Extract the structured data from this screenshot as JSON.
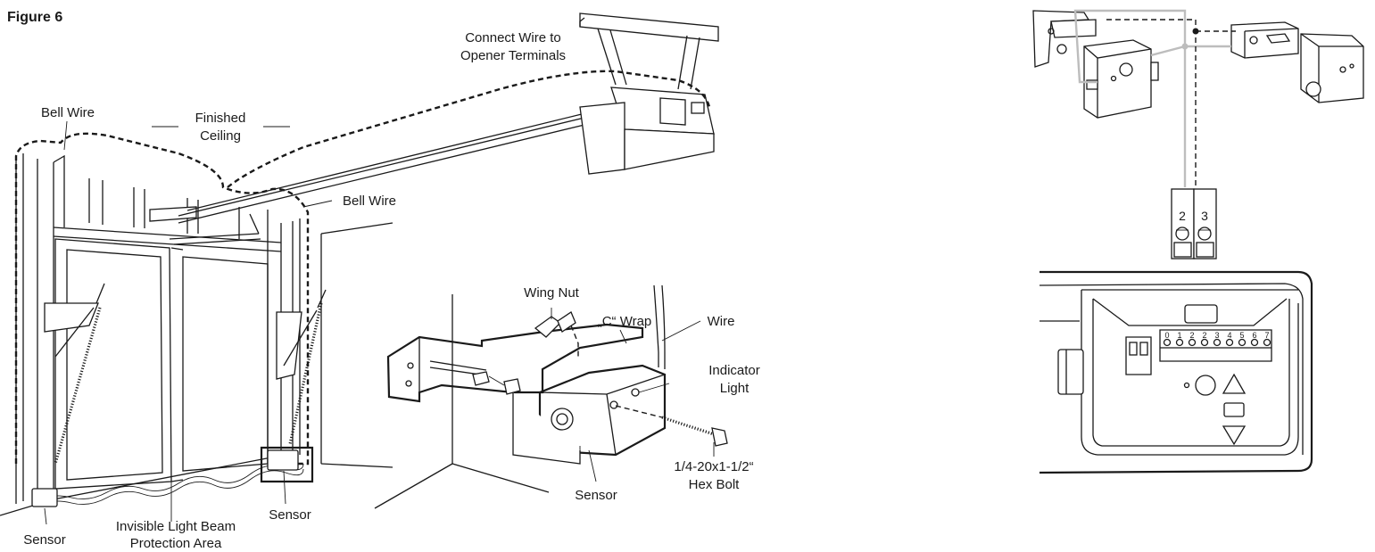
{
  "figure_title": "Figure 6",
  "labels": {
    "connect_wire_1": "Connect Wire to",
    "connect_wire_2": "Opener Terminals",
    "bell_wire_top": "Bell Wire",
    "finished_ceiling_1": "Finished",
    "finished_ceiling_2": "Ceiling",
    "bell_wire_mid": "Bell Wire",
    "wing_nut": "Wing Nut",
    "c_wrap": "„C“ Wrap",
    "wire": "Wire",
    "indicator_light_1": "Indicator",
    "indicator_light_2": "Light",
    "bolt_1": "1/4-20x1-1/2“",
    "bolt_2": "Hex Bolt",
    "sensor_detail": "Sensor",
    "sensor_right": "Sensor",
    "sensor_left": "Sensor",
    "beam_area_1": "Invisible Light Beam",
    "beam_area_2": "Protection Area"
  },
  "terminals": {
    "left": "2",
    "right": "3",
    "strip": [
      "0",
      "1",
      "2",
      "2",
      "3",
      "4",
      "5",
      "6",
      "7"
    ]
  }
}
